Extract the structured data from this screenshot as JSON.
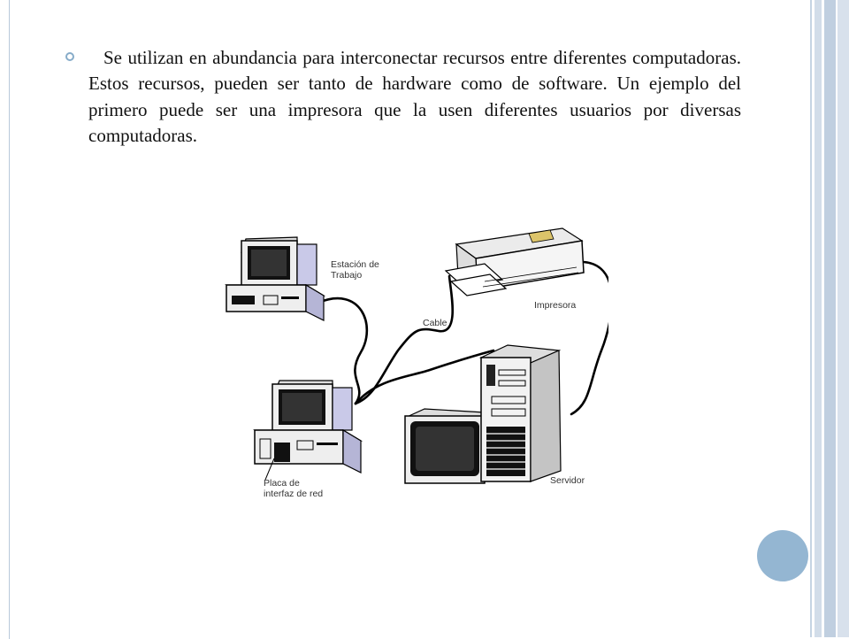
{
  "slide": {
    "paragraph": "Se utilizan en abundancia para interconectar recursos entre diferentes computadoras. Estos recursos, pueden ser tanto de hardware como de software. Un ejemplo del primero puede ser una impresora que la usen diferentes usuarios por diversas computadoras."
  },
  "diagram": {
    "workstation_label_line1": "Estación de",
    "workstation_label_line2": "Trabajo",
    "printer_label": "Impresora",
    "cable_label": "Cable",
    "nic_label_line1": "Placa de",
    "nic_label_line2": "interfaz de red",
    "server_label": "Servidor"
  },
  "theme": {
    "accent": "#94b6d2",
    "bullet": "#87acc9",
    "border": "#b8c9db"
  }
}
